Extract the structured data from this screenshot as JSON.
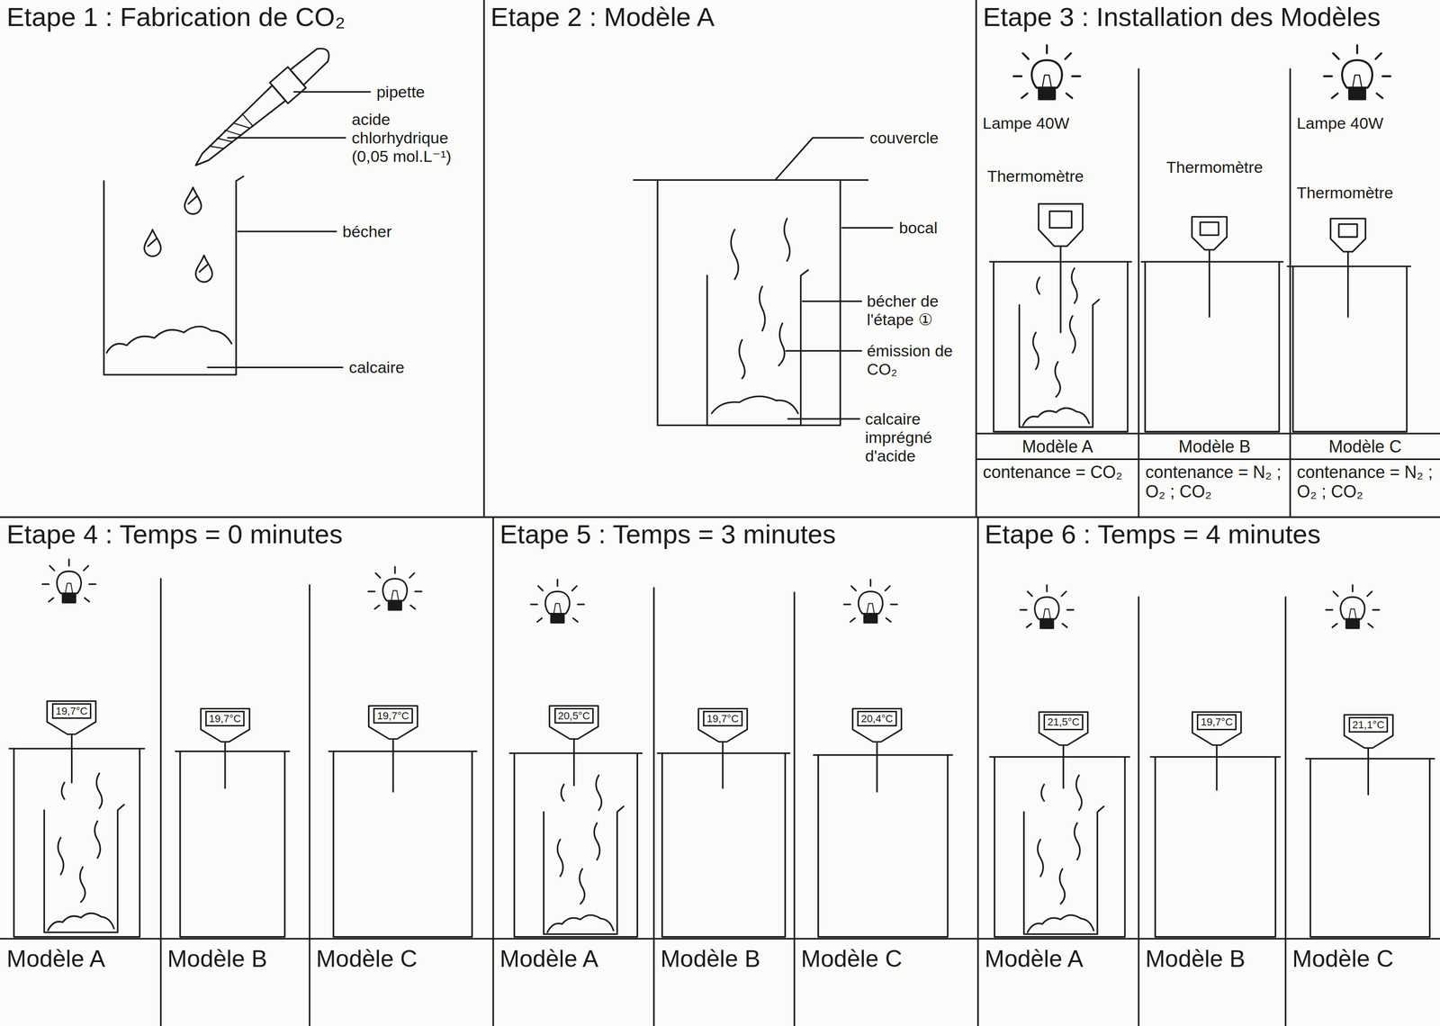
{
  "diagram": {
    "nodes": [
      {
        "text": [
          "Etape 1 : Fabrication de CO₂"
        ]
      },
      {
        "text": [
          "Etape 2 : Modèle A"
        ]
      },
      {
        "text": [
          "Etape 3 : Installation des Modèles"
        ]
      },
      {
        "text": [
          "Modèle A",
          "contenance = CO₂"
        ],
        "in": 2
      },
      {
        "text": [
          "Modèle B",
          "contenance = N₂ ; O₂ ; CO₂"
        ],
        "in": 2
      },
      {
        "text": [
          "Modèle C",
          "contenance = N₂ ; O₂ ; CO₂"
        ],
        "in": 2
      },
      {
        "text": [
          "Etape 4 : Temps = 0 minutes"
        ]
      },
      {
        "text": [
          "19,7°C"
        ],
        "in": 6
      },
      {
        "text": [
          "19,7°C"
        ],
        "in": 6
      },
      {
        "text": [
          "19,7°C"
        ],
        "in": 6
      },
      {
        "text": [
          "Modèle A"
        ],
        "in": 6
      },
      {
        "text": [
          "Modèle B"
        ],
        "in": 6
      },
      {
        "text": [
          "Modèle C"
        ],
        "in": 6
      },
      {
        "text": [
          "Etape 5 : Temps = 3 minutes"
        ]
      },
      {
        "text": [
          "20,5°C"
        ],
        "in": 13
      },
      {
        "text": [
          "19,7°C"
        ],
        "in": 13
      },
      {
        "text": [
          "20,4°C"
        ],
        "in": 13
      },
      {
        "text": [
          "Modèle A"
        ],
        "in": 13
      },
      {
        "text": [
          "Modèle B"
        ],
        "in": 13
      },
      {
        "text": [
          "Modèle C"
        ],
        "in": 13
      },
      {
        "text": [
          "Etape 6 : Temps = 4 minutes"
        ]
      },
      {
        "text": [
          "21,5°C"
        ],
        "in": 20
      },
      {
        "text": [
          "19,7°C"
        ],
        "in": 20
      },
      {
        "text": [
          "21,1°C"
        ],
        "in": 20
      },
      {
        "text": [
          "Modèle A"
        ],
        "in": 20
      },
      {
        "text": [
          "Modèle B"
        ],
        "in": 20
      },
      {
        "text": [
          "Modèle C"
        ],
        "in": 20
      }
    ],
    "labels": [
      "pipette",
      "acide chlorhydrique (0,05 mol.L⁻¹)",
      "bécher",
      "calcaire",
      "couvercle",
      "bocal",
      "bécher de l'étape ①",
      "émission de CO₂",
      "calcaire imprégné d'acide",
      "Lampe 40W",
      "Thermomètre",
      "Thermomètre",
      "Lampe 40W",
      "Thermomètre"
    ]
  }
}
